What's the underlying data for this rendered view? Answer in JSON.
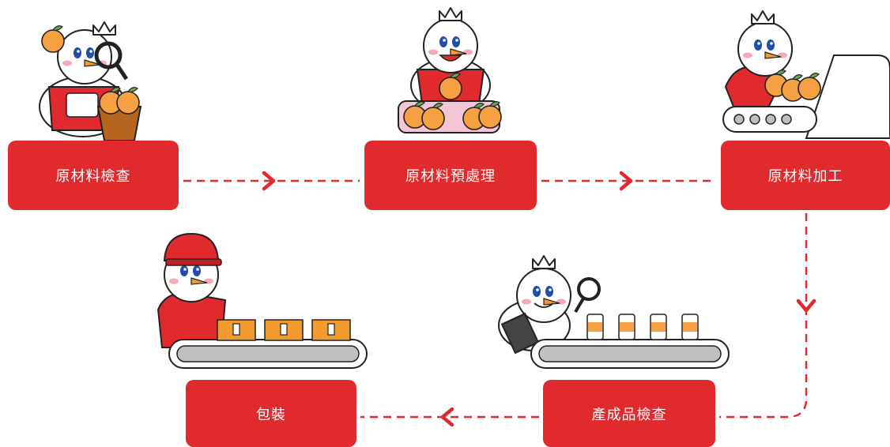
{
  "theme": {
    "accent": "#e02a2e",
    "orange": "#f5a142",
    "gray": "#bfbfbf",
    "outline": "#222222"
  },
  "steps": [
    {
      "label": "原材料檢查",
      "illustration": "snowman-inspecting-oranges-icon"
    },
    {
      "label": "原材料預處理",
      "illustration": "snowman-sorting-oranges-icon"
    },
    {
      "label": "原材料加工",
      "illustration": "snowman-processing-conveyor-icon"
    },
    {
      "label": "產成品檢查",
      "illustration": "snowman-inspecting-cans-icon"
    },
    {
      "label": "包裝",
      "illustration": "snowman-packing-boxes-icon"
    }
  ]
}
